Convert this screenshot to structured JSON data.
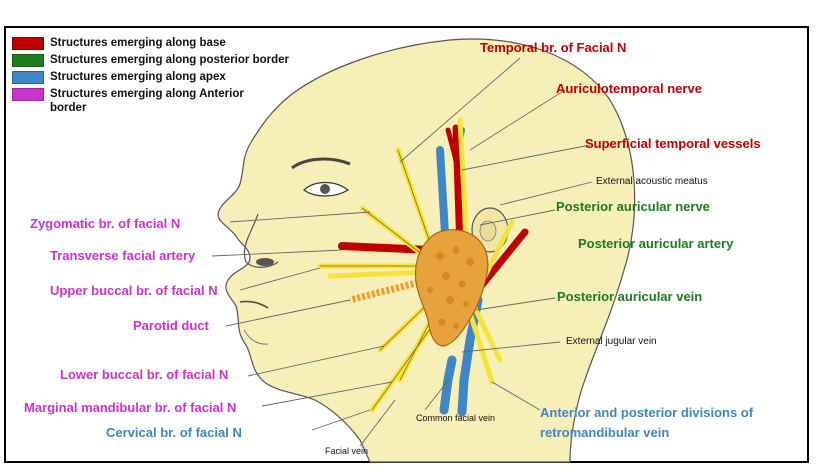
{
  "legend": [
    {
      "label": "Structures emerging along base",
      "color": "#c00000"
    },
    {
      "label": "Structures emerging along posterior border",
      "color": "#1e7b1e"
    },
    {
      "label": "Structures emerging along apex",
      "color": "#3f86c6"
    },
    {
      "label": "Structures emerging along Anterior border",
      "color": "#cc33cc"
    }
  ],
  "labels": {
    "temporal_br": "Temporal br. of Facial N",
    "auriculotemporal": "Auriculotemporal nerve",
    "superficial_temporal": "Superficial temporal vessels",
    "external_acoustic": "External acoustic meatus",
    "posterior_auricular_nerve": "Posterior auricular nerve",
    "posterior_auricular_artery": "Posterior auricular artery",
    "posterior_auricular_vein": "Posterior auricular vein",
    "external_jugular": "External jugular vein",
    "retromandibular_line1": "Anterior and posterior divisions of",
    "retromandibular_line2": "retromandibular vein",
    "zygomatic_br": "Zygomatic br. of facial N",
    "transverse_facial": "Transverse facial artery",
    "upper_buccal": "Upper buccal br. of facial N",
    "parotid_duct": "Parotid duct",
    "lower_buccal": "Lower buccal br. of facial N",
    "marginal_mandibular": "Marginal mandibular br. of facial N",
    "cervical_br": "Cervical br. of facial N",
    "common_facial_vein": "Common facial vein",
    "facial_vein": "Facial vein"
  },
  "colors": {
    "red": "#c00000",
    "green": "#1e7b1e",
    "blue": "#3f86c6",
    "magenta": "#cc33cc",
    "skin": "#f6efb8",
    "gland": "#e8a23c",
    "nerve": "#f5e23a"
  }
}
